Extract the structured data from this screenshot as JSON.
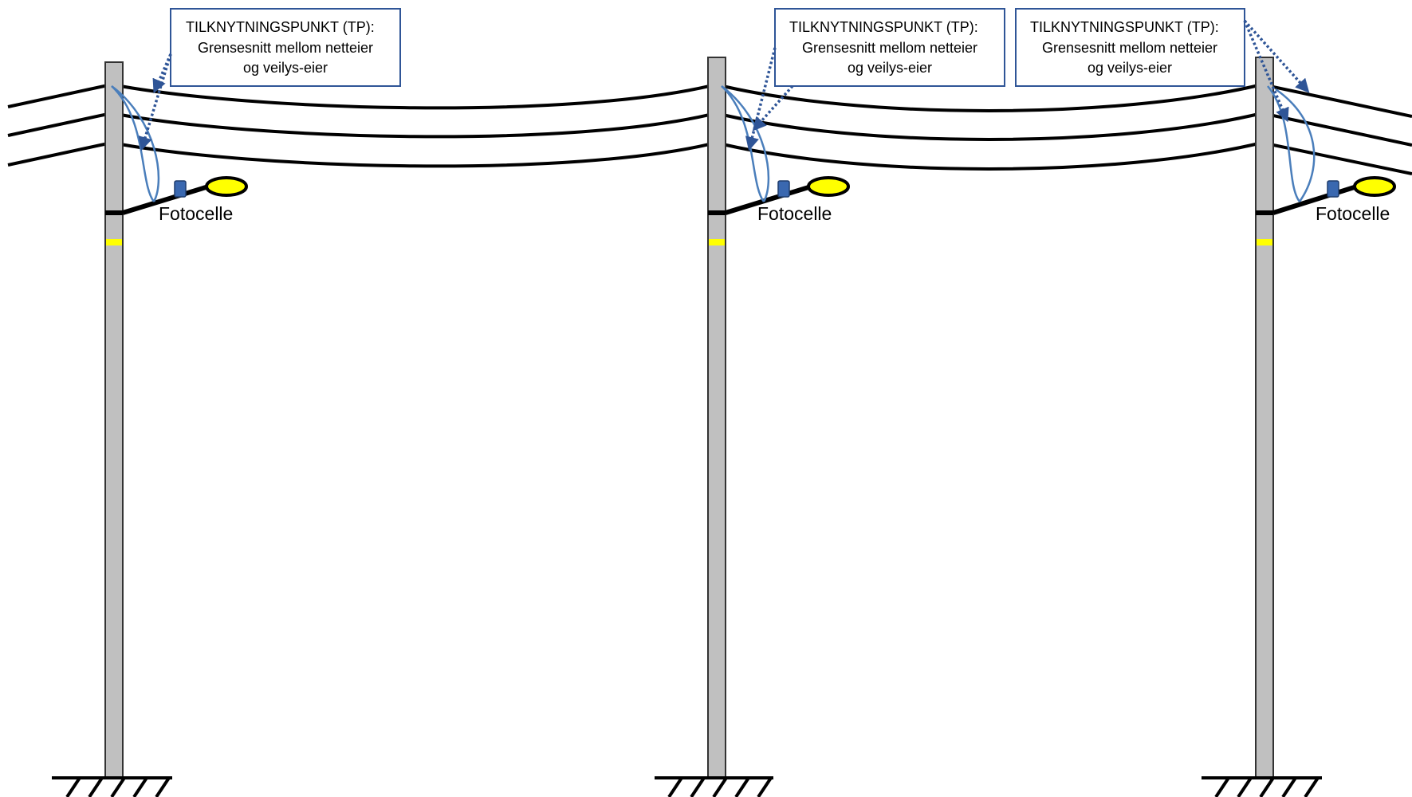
{
  "diagram": {
    "callout": {
      "line1": "TILKNYTNINGSPUNKT (TP):",
      "line2": "Grensesnitt mellom netteier",
      "line3": "og veilys-eier"
    },
    "photocell_label": "Fotocelle",
    "poles": [
      {
        "id": "pole-1"
      },
      {
        "id": "pole-2"
      },
      {
        "id": "pole-3"
      }
    ],
    "colors": {
      "pole_fill": "#c0c0c0",
      "pole_stroke": "#333333",
      "wire": "#000000",
      "callout_border": "#2f5597",
      "arrow": "#2f5597",
      "service_cable": "#4a7ebb",
      "lamp": "#ffff00",
      "marker": "#ffff00",
      "photocell": "#3a68b0"
    }
  }
}
